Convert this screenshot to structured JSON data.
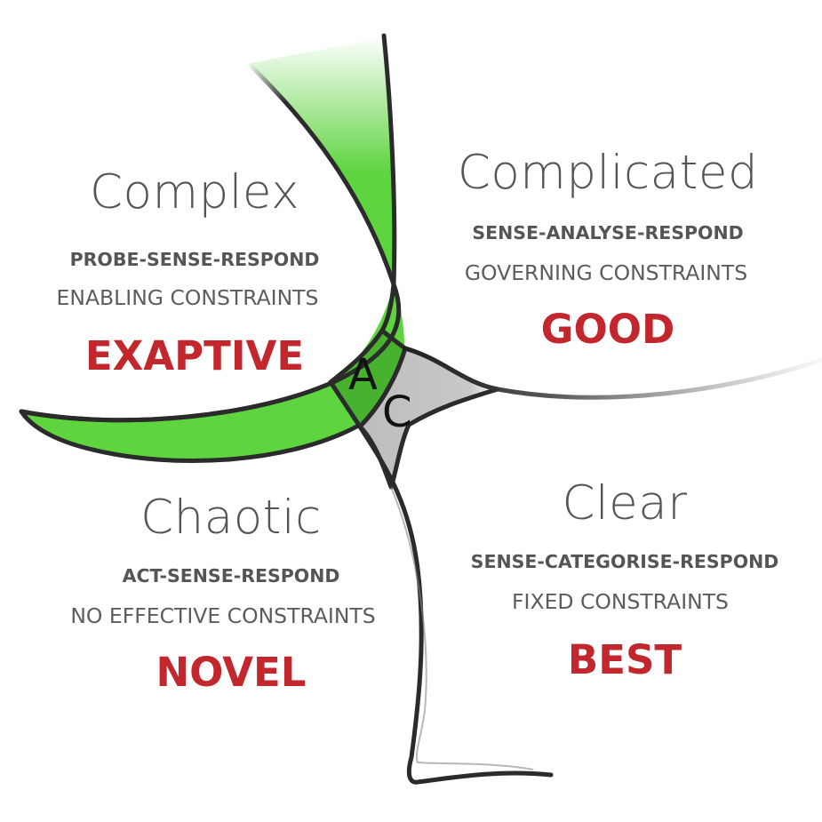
{
  "domains": {
    "complex": {
      "title": "Complex",
      "method": "PROBE-SENSE-RESPOND",
      "constraints": "ENABLING CONSTRAINTS",
      "practice": "EXAPTIVE"
    },
    "complicated": {
      "title": "Complicated",
      "method": "SENSE-ANALYSE-RESPOND",
      "constraints": "GOVERNING CONSTRAINTS",
      "practice": "GOOD"
    },
    "chaotic": {
      "title": "Chaotic",
      "method": "ACT-SENSE-RESPOND",
      "constraints": "NO EFFECTIVE CONSTRAINTS",
      "practice": "NOVEL"
    },
    "clear": {
      "title": "Clear",
      "method": "SENSE-CATEGORISE-RESPOND",
      "constraints": "FIXED CONSTRAINTS",
      "practice": "BEST"
    }
  },
  "center": {
    "label_a": "A",
    "label_c": "C"
  },
  "colors": {
    "title_gray": "#555555",
    "practice_red": "#c1272d",
    "liminal_green": "#5ed43f",
    "aporetic_dark_green": "#46b22e",
    "confused_gray": "#bdbdbd",
    "boundary_line": "#2b2b2b"
  }
}
